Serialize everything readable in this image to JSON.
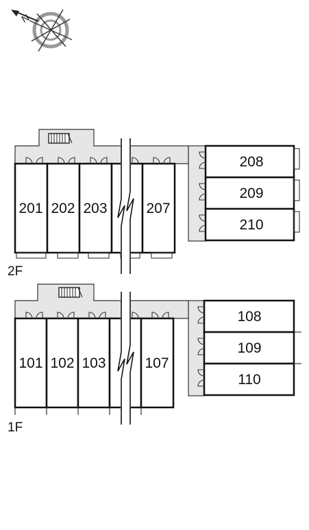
{
  "floors": [
    {
      "id": "2F",
      "label": "2F",
      "units_left": [
        "201",
        "202",
        "203",
        "207"
      ],
      "units_right": [
        "208",
        "209",
        "210"
      ]
    },
    {
      "id": "1F",
      "label": "1F",
      "units_left": [
        "101",
        "102",
        "103",
        "107"
      ],
      "units_right": [
        "108",
        "109",
        "110"
      ]
    }
  ],
  "compass": {
    "icon": "compass-rose-icon",
    "letter": "N"
  },
  "colors": {
    "corridor": "#e6e6e6",
    "wall": "#111111",
    "compass_ring": "#999999"
  }
}
